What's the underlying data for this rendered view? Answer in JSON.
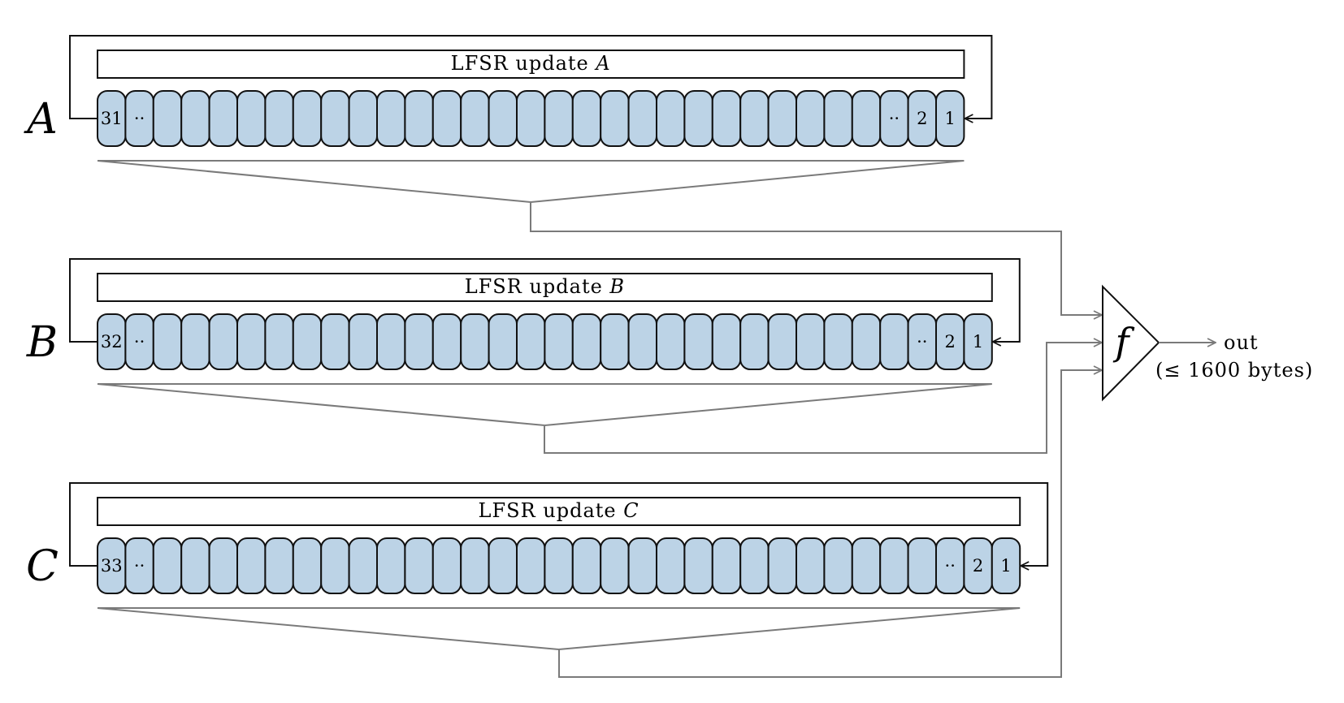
{
  "colors": {
    "cell_fill": "#bcd3e6",
    "cell_stroke": "#111111",
    "connector": "#7a7a7a"
  },
  "registers": [
    {
      "name": "A",
      "update_prefix": "LFSR update ",
      "update_var": "A",
      "cell_count": 31,
      "first_label": "31",
      "last_labels": [
        "2",
        "1"
      ],
      "ellipsis": "··"
    },
    {
      "name": "B",
      "update_prefix": "LFSR update ",
      "update_var": "B",
      "cell_count": 32,
      "first_label": "32",
      "last_labels": [
        "2",
        "1"
      ],
      "ellipsis": "··"
    },
    {
      "name": "C",
      "update_prefix": "LFSR update ",
      "update_var": "C",
      "cell_count": 33,
      "first_label": "33",
      "last_labels": [
        "2",
        "1"
      ],
      "ellipsis": "··"
    }
  ],
  "combiner": {
    "label": "f",
    "output_label": "out",
    "output_note": "(≤ 1600 bytes)"
  }
}
